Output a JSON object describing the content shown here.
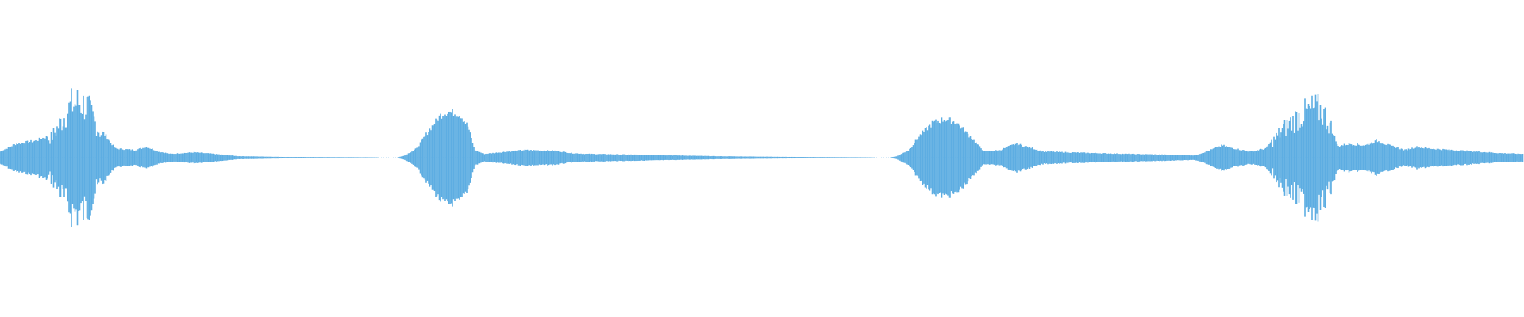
{
  "waveform": {
    "color": "#5dade2",
    "background": "#ffffff",
    "segments": [
      {
        "start_ratio": 0.0,
        "end_ratio": 0.25,
        "shape": "burst-fading",
        "peak_level": 0.9
      },
      {
        "start_ratio": 0.26,
        "end_ratio": 0.57,
        "shape": "swell-then-ripple",
        "peak_level": 0.64
      },
      {
        "start_ratio": 0.588,
        "end_ratio": 0.79,
        "shape": "swell-then-taper",
        "peak_level": 0.55
      },
      {
        "start_ratio": 0.79,
        "end_ratio": 1.0,
        "shape": "ripple-swell-ripple",
        "peak_level": 0.83
      }
    ]
  }
}
